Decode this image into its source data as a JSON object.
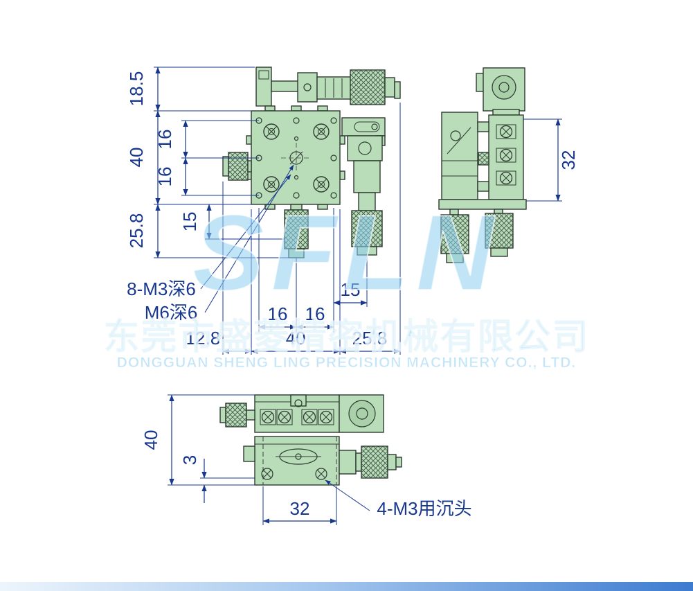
{
  "watermark": {
    "logo": "SFLN",
    "company_cn": "东莞市盛菱精密机械有限公司",
    "company_en": "DONGGUAN SHENG LING PRECISION MACHINERY CO., LTD."
  },
  "front_view": {
    "left_dims": {
      "top_clearance": "18.5",
      "body_height": "40",
      "hole_spacing_upper": "16",
      "hole_spacing_lower": "16",
      "bottom_clearance": "25.8",
      "knob_offset": "15"
    },
    "bottom_dims": {
      "knob_width": "12.8",
      "hole_spacing_left": "16",
      "hole_spacing_right": "16",
      "body_width": "40",
      "micrometer_width": "25.8",
      "micrometer_offset": "15"
    },
    "labels": {
      "thread_holes": "8-M3深6",
      "center_thread": "M6深6"
    }
  },
  "side_view": {
    "dims": {
      "column_height": "32"
    }
  },
  "bottom_view": {
    "dims": {
      "overall_height": "40",
      "plate_offset": "3",
      "hole_spacing": "32"
    },
    "labels": {
      "countersunk_holes": "4-M3用沉头"
    }
  }
}
